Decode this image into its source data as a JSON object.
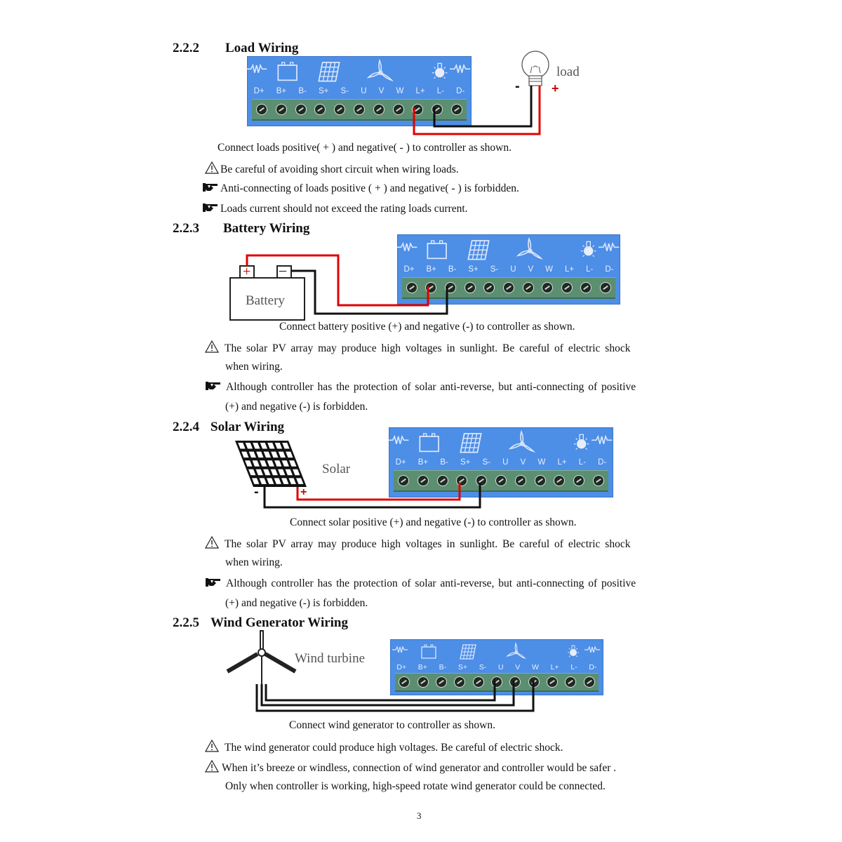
{
  "terminal_labels": [
    "D+",
    "B+",
    "B-",
    "S+",
    "S-",
    "U",
    "V",
    "W",
    "L+",
    "L-",
    "D-"
  ],
  "panel_icons": [
    "resistor-icon",
    "battery-icon",
    "solar-panel-icon",
    "wind-turbine-icon",
    "lamp-icon",
    "resistor-icon"
  ],
  "colors": {
    "panel_blue": "#4d8ee6",
    "terminal_green": "#5c8f72",
    "wire_red": "#e00000",
    "wire_black": "#111111"
  },
  "sections": [
    {
      "number": "2.2.2",
      "title": "Load Wiring",
      "device_label": "load",
      "polarity_minus": "-",
      "polarity_plus": "+",
      "caption": "Connect loads positive( + ) and negative( - ) to controller as shown.",
      "notes": [
        {
          "icon": "warning-icon",
          "text": "Be careful of avoiding short circuit when wiring loads."
        },
        {
          "icon": "pointing-hand-icon",
          "text": "Anti-connecting of loads positive ( + ) and negative( - ) is forbidden."
        },
        {
          "icon": "pointing-hand-icon",
          "text": "Loads current should not exceed the rating loads current."
        }
      ]
    },
    {
      "number": "2.2.3",
      "title": "Battery Wiring",
      "device_label": "Battery",
      "polarity_minus": "–",
      "polarity_plus": "+",
      "caption": "Connect battery positive (+) and negative (-) to controller as shown.",
      "notes": [
        {
          "icon": "warning-icon",
          "line1": "The solar PV array may produce high voltages in sunlight. Be careful of electric shock",
          "line2": "when wiring."
        },
        {
          "icon": "pointing-hand-icon",
          "line1": "Although controller has the protection of solar anti-reverse, but anti-connecting of positive",
          "line2": "(+) and negative (-) is forbidden."
        }
      ]
    },
    {
      "number": "2.2.4",
      "title": "Solar Wiring",
      "device_label": "Solar",
      "polarity_minus": "-",
      "polarity_plus": "+",
      "caption": "Connect solar positive (+) and negative (-) to controller as shown.",
      "notes": [
        {
          "icon": "warning-icon",
          "line1": "The solar PV array may produce high voltages in sunlight. Be careful of electric shock",
          "line2": "when wiring."
        },
        {
          "icon": "pointing-hand-icon",
          "line1": "Although controller has the protection of solar anti-reverse, but anti-connecting of positive",
          "line2": "(+) and negative (-) is forbidden."
        }
      ]
    },
    {
      "number": "2.2.5",
      "title": "Wind Generator Wiring",
      "device_label": "Wind turbine",
      "caption": "Connect wind generator to controller as shown.",
      "notes": [
        {
          "icon": "warning-icon",
          "text": "The wind generator could produce high voltages. Be careful of electric shock."
        },
        {
          "icon": "warning-icon",
          "line1": "When it’s breeze or windless, connection of wind generator and controller would be safer .",
          "line2": "Only when controller is working, high-speed rotate wind generator could be connected."
        }
      ]
    }
  ],
  "page_number": "3"
}
